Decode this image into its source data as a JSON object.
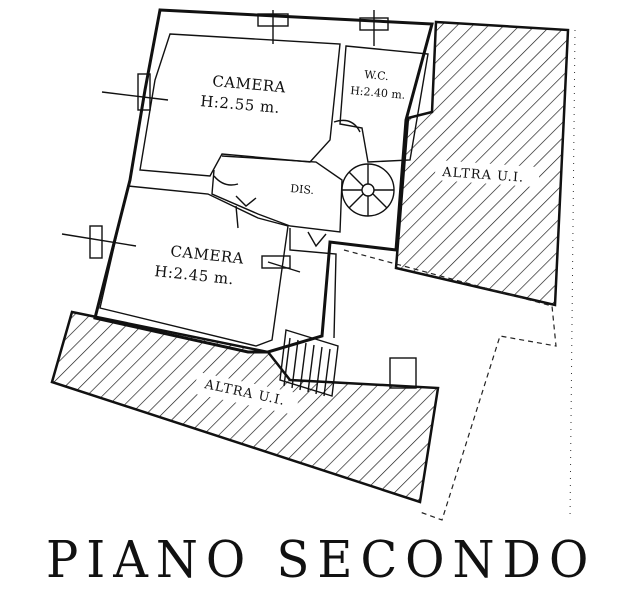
{
  "rooms": {
    "camera_top": {
      "name": "CAMERA",
      "height": "H:2.55  m."
    },
    "wc": {
      "name": "W.C.",
      "height": "H:2.40  m."
    },
    "dis": {
      "name": "DIS."
    },
    "camera_bottom": {
      "name": "CAMERA",
      "height": "H:2.45  m."
    }
  },
  "other_units": {
    "right": "ALTRA  U.I.",
    "bottom": "ALTRA  U.I."
  },
  "floor_title": "PIANO  SECONDO"
}
